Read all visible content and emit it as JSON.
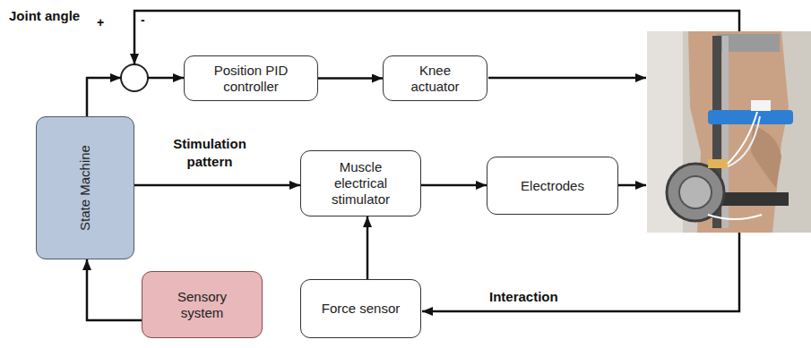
{
  "diagram": {
    "nodes": [
      {
        "text": [
          "Position PID controller"
        ]
      },
      {
        "text": [
          "Knee actuator"
        ]
      },
      {
        "text": [
          "State Machine"
        ]
      },
      {
        "text": [
          "Muscle electrical stimulator"
        ]
      },
      {
        "text": [
          "Electrodes"
        ]
      },
      {
        "text": [
          "Force sensor"
        ]
      },
      {
        "text": [
          "Sensory system"
        ]
      }
    ],
    "edges": [
      {
        "from": 0,
        "to": 1,
        "arrow": "to"
      },
      {
        "from": 2,
        "to": 3,
        "label": "Stimulation pattern",
        "arrow": "to"
      },
      {
        "from": 3,
        "to": 4,
        "arrow": "to"
      },
      {
        "from": 5,
        "to": 3,
        "arrow": "to"
      },
      {
        "from": 6,
        "to": 2,
        "arrow": "to"
      }
    ],
    "labels": [
      "Joint angle",
      "+",
      "-",
      "Interaction"
    ]
  }
}
